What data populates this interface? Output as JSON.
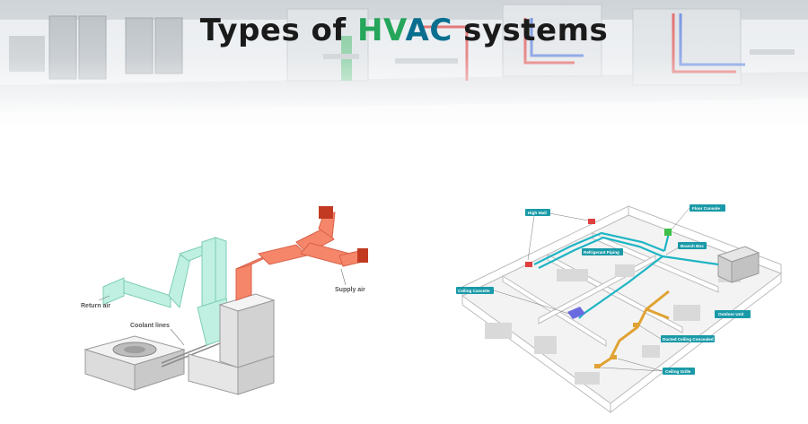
{
  "title": {
    "prefix": "Types of ",
    "highlight_green": "HV",
    "highlight_teal": "AC",
    "suffix": " systems"
  },
  "left_diagram": {
    "labels": {
      "return_air": "Return air",
      "coolant_lines": "Coolant lines",
      "supply_air": "Supply air"
    },
    "colors": {
      "return_duct": "#a8e6d4",
      "supply_duct": "#f07a5a",
      "unit": "#e8e8e8"
    }
  },
  "right_diagram": {
    "callouts": {
      "high_wall": "High Wall",
      "floor_console": "Floor Console",
      "branch_box": "Branch Box",
      "refrigerant_piping": "Refrigerant Piping",
      "ceiling_cassette": "Ceiling Cassette",
      "outdoor_unit": "Outdoor Unit",
      "ducted_ceiling_concealed": "Ducted Ceiling Concealed",
      "ceiling_grille": "Ceiling Grille"
    },
    "colors": {
      "piping": "#1fb5c4",
      "ducts": "#e0a233",
      "callout": "#1a9aa8"
    }
  }
}
